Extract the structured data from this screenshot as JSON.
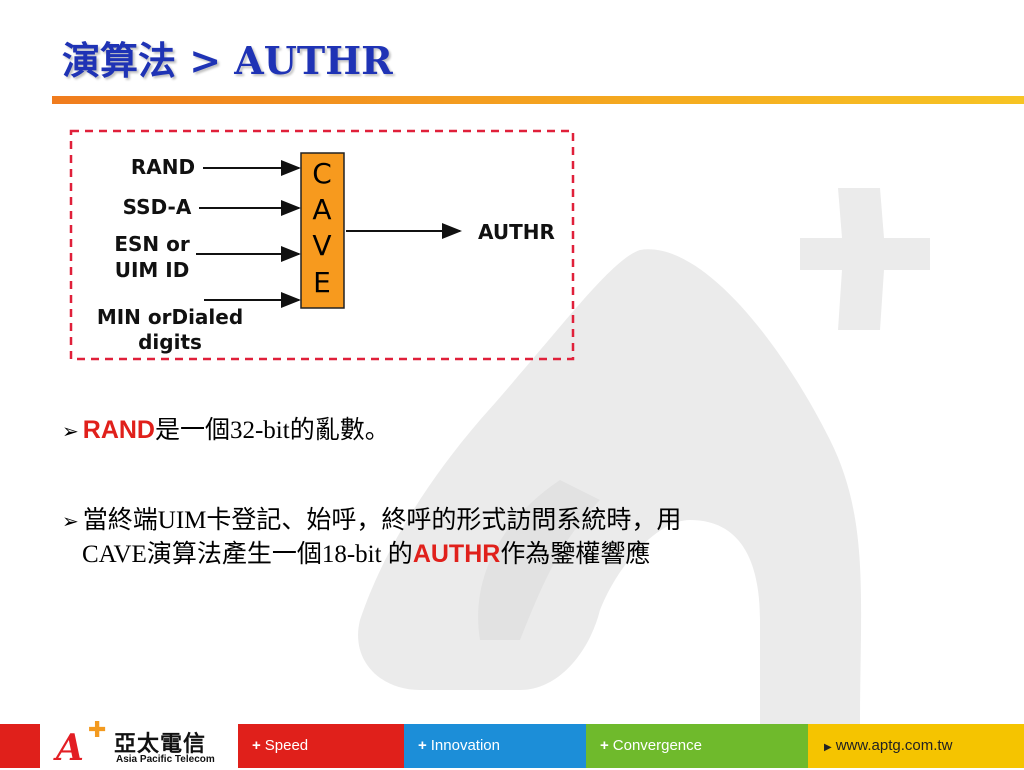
{
  "slide": {
    "title": "演算法 > AUTHR"
  },
  "diagram": {
    "inputs": [
      {
        "lines": [
          "RAND"
        ]
      },
      {
        "lines": [
          "SSD-A"
        ]
      },
      {
        "lines": [
          "ESN or",
          "UIM ID"
        ]
      },
      {
        "lines": [
          "MIN orDialed",
          "digits"
        ]
      }
    ],
    "box_letters": [
      "C",
      "A",
      "V",
      "E"
    ],
    "output": "AUTHR",
    "colors": {
      "box_fill": "#f79a1e",
      "border": "#e0203a"
    }
  },
  "bullets": [
    {
      "highlight": "RAND",
      "text": "是一個32-bit的亂數。"
    },
    {
      "line1": "當終端UIM卡登記、始呼，終呼的形式訪問系統時，用",
      "line2_pre": "CAVE演算法產生一個18-bit 的",
      "highlight": "AUTHR",
      "line2_post": "作為鑒權響應"
    }
  ],
  "footer": {
    "logo_cn": "亞太電信",
    "logo_en": "Asia Pacific Telecom",
    "segments": [
      "Speed",
      "Innovation",
      "Convergence"
    ],
    "url": "www.aptg.com.tw"
  }
}
